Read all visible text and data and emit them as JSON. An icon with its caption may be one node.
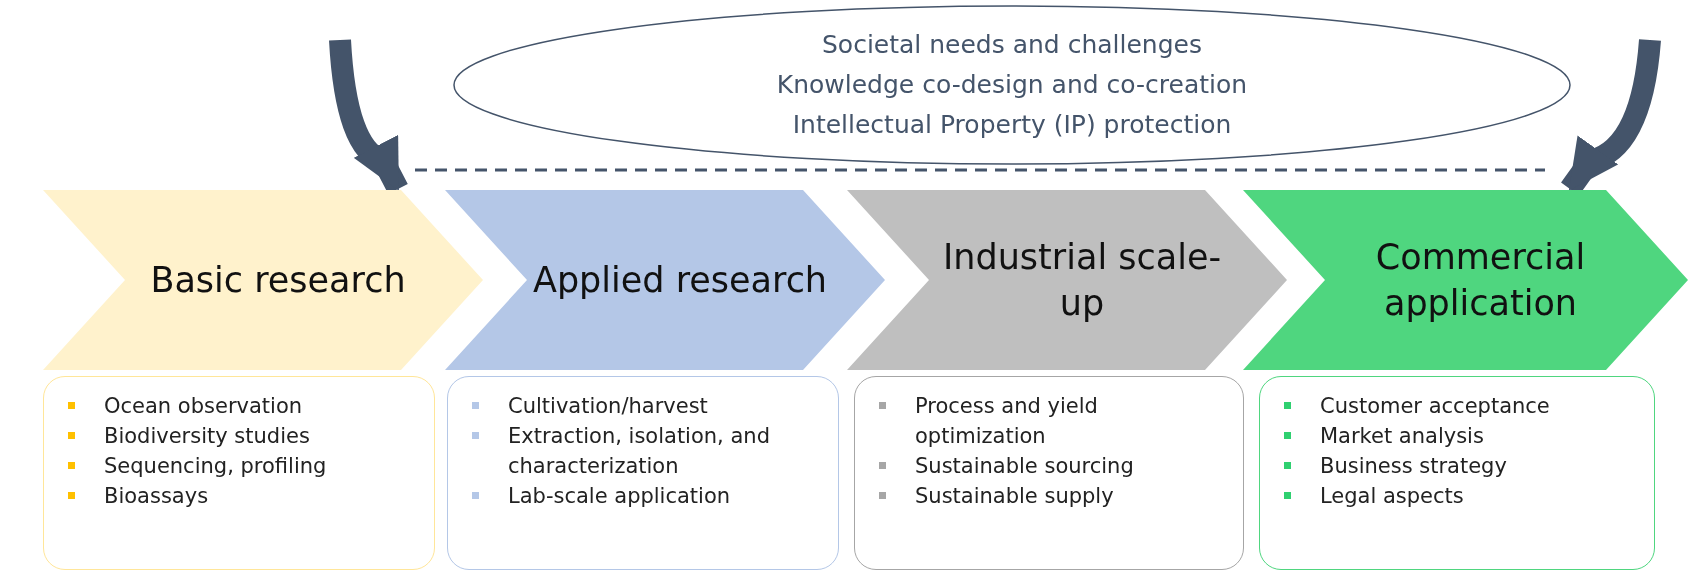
{
  "diagram": {
    "nodes": [
      {
        "text": [
          "Societal needs and challenges",
          "Knowledge co-design and co-creation",
          "Intellectual Property (IP) protection"
        ]
      },
      {
        "text": [
          "Basic research"
        ]
      },
      {
        "text": [
          "Applied research"
        ]
      },
      {
        "text": [
          "Industrial scale-up"
        ]
      },
      {
        "text": [
          "Commercial application"
        ]
      },
      {
        "text": [
          "Ocean observation",
          "Biodiversity studies",
          "Sequencing, profiling",
          "Bioassays"
        ]
      },
      {
        "text": [
          "Cultivation/harvest",
          "Extraction, isolation, and characterization",
          "Lab-scale application"
        ]
      },
      {
        "text": [
          "Process and yield optimization",
          "Sustainable sourcing",
          "Sustainable supply"
        ]
      },
      {
        "text": [
          "Customer acceptance",
          "Market analysis",
          "Business strategy",
          "Legal aspects"
        ]
      }
    ],
    "edges": [
      {
        "from": null,
        "to": 1,
        "arrow": "to"
      },
      {
        "from": null,
        "to": 4,
        "arrow": "to"
      }
    ]
  }
}
